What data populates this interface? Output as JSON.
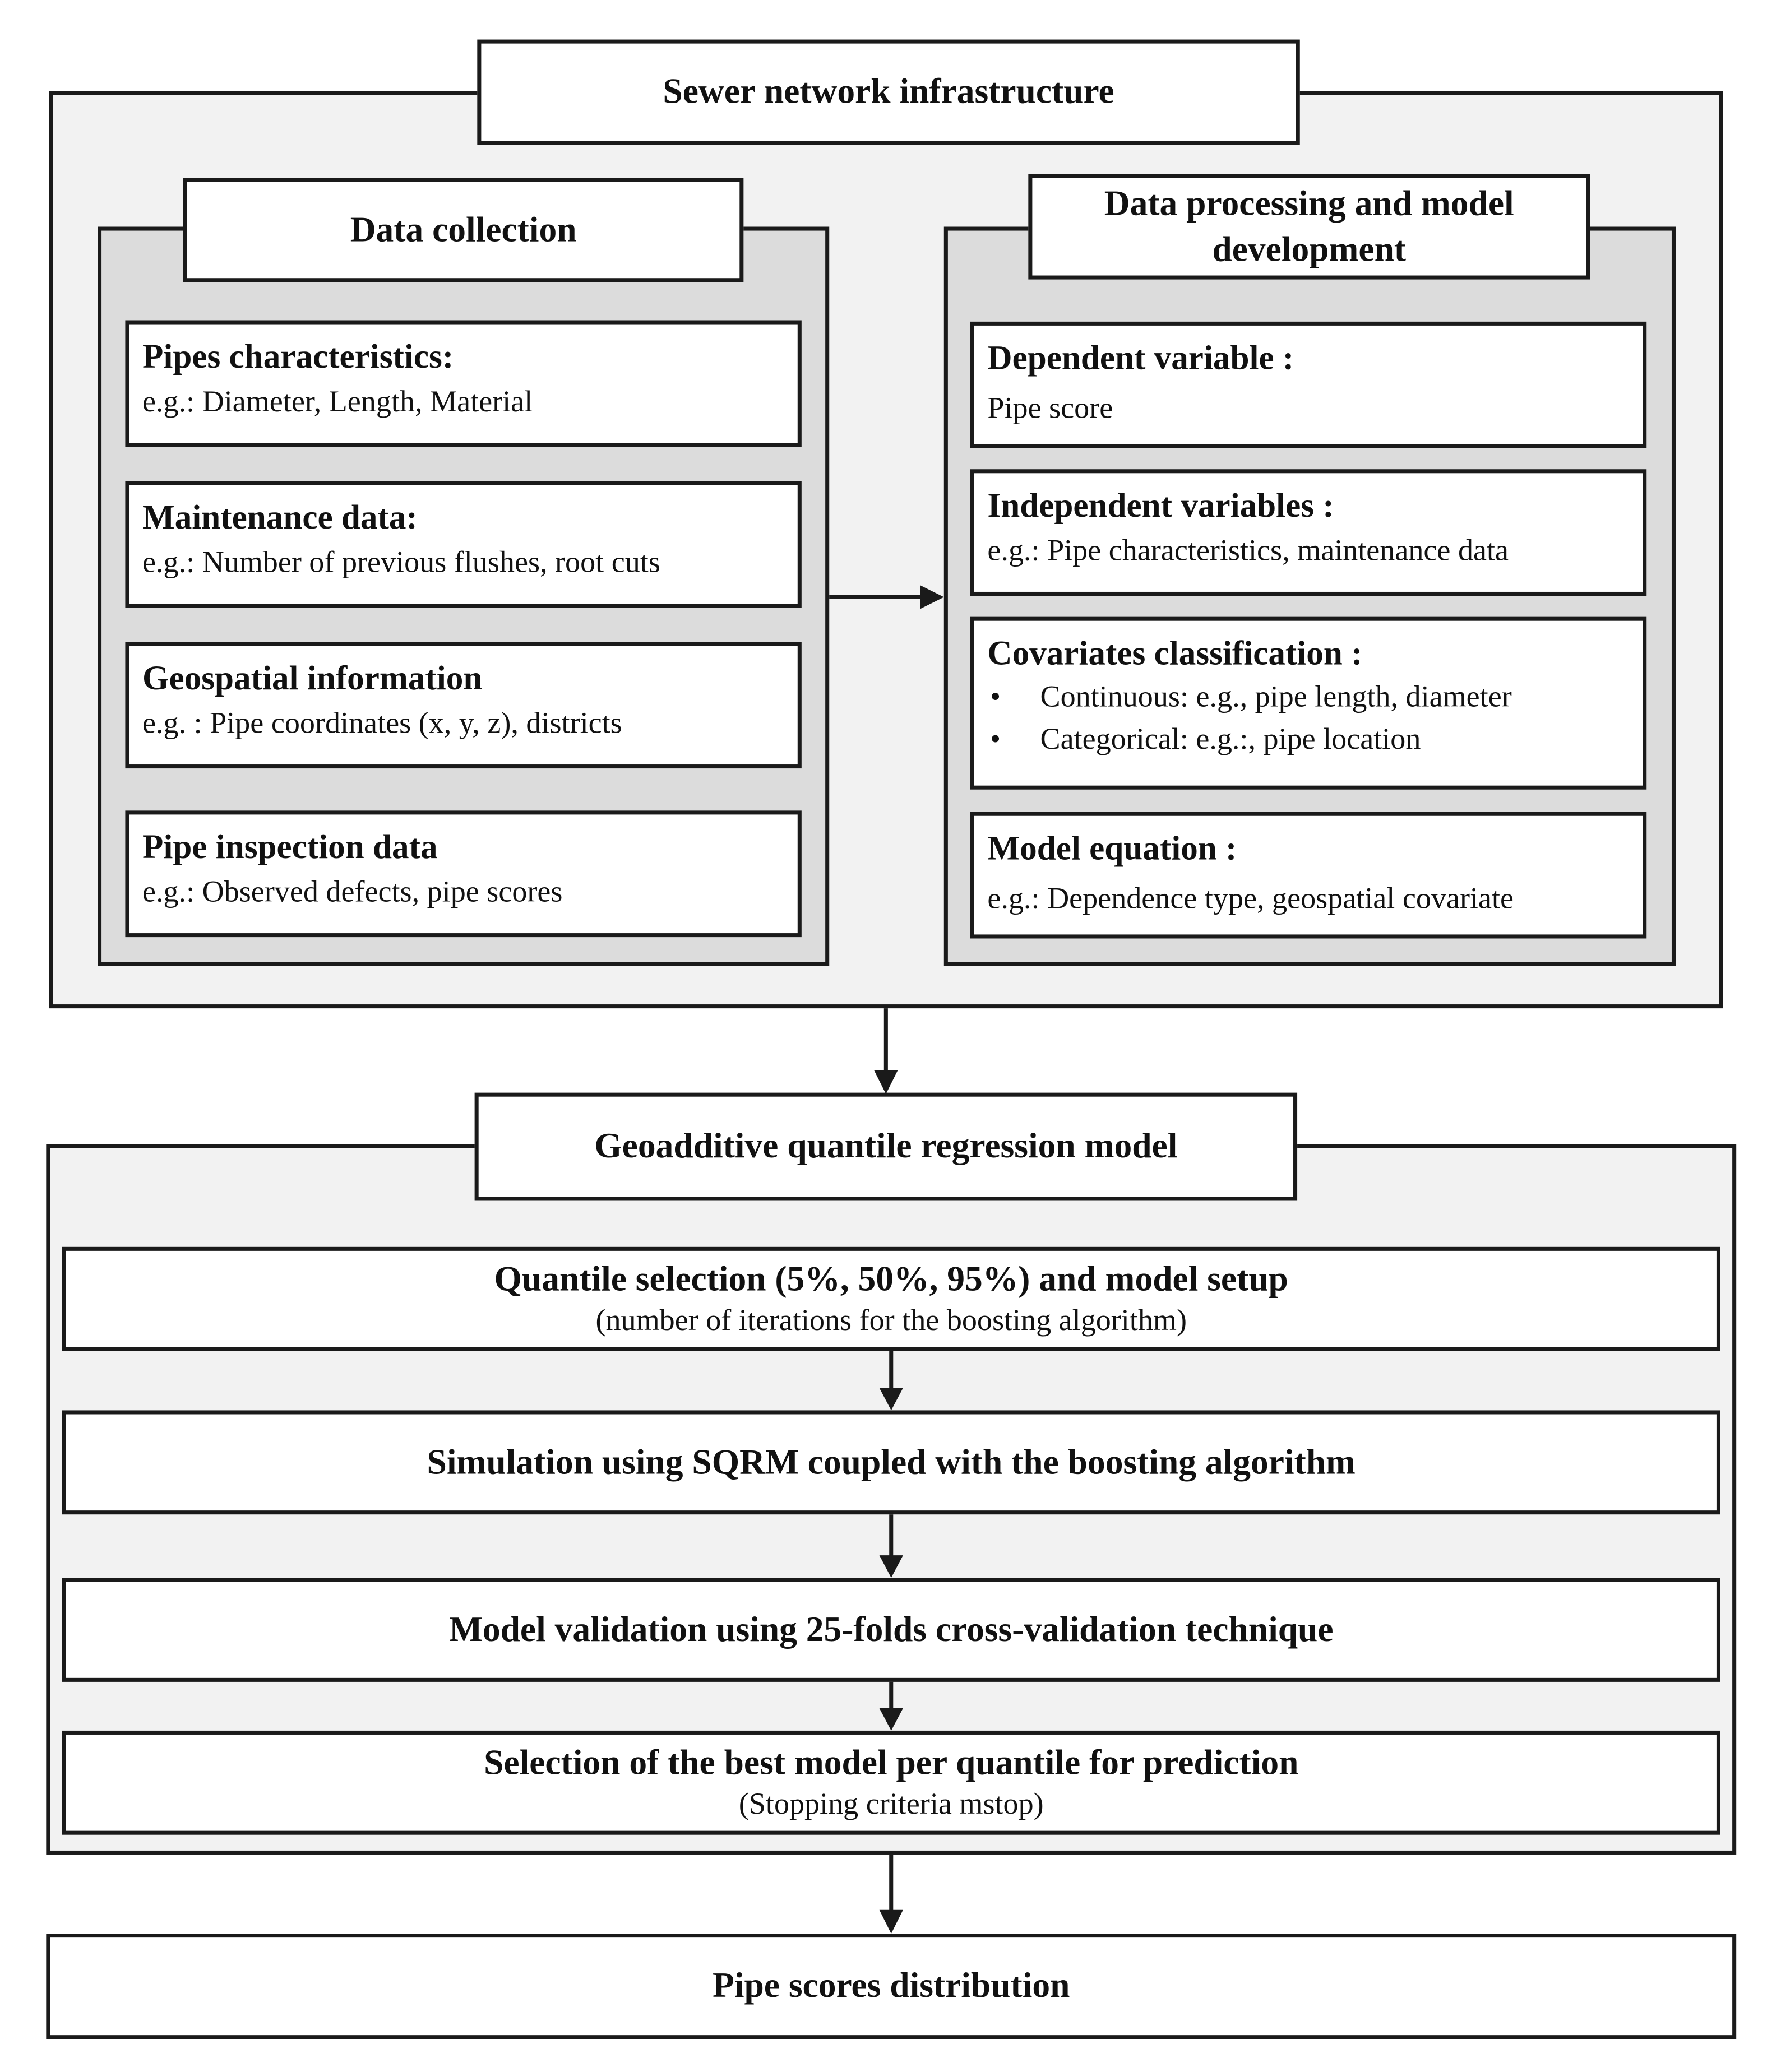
{
  "infrastructure": {
    "title": "Sewer network infrastructure",
    "data_collection": {
      "title": "Data collection",
      "items": [
        {
          "heading": "Pipes characteristics:",
          "description": "e.g.: Diameter, Length, Material"
        },
        {
          "heading": "Maintenance data:",
          "description": "e.g.: Number of previous flushes, root cuts"
        },
        {
          "heading": "Geospatial information",
          "description": "e.g. : Pipe coordinates (x, y, z), districts"
        },
        {
          "heading": "Pipe inspection data",
          "description": "e.g.: Observed defects,  pipe scores"
        }
      ]
    },
    "data_processing": {
      "title": "Data processing and model development",
      "dependent": {
        "heading": "Dependent variable :",
        "description": "Pipe score"
      },
      "independent": {
        "heading": "Independent variables :",
        "description": "e.g.: Pipe characteristics, maintenance data"
      },
      "covariates": {
        "heading": "Covariates classification :",
        "bullets": [
          "Continuous: e.g., pipe length, diameter",
          "Categorical: e.g.:, pipe location"
        ]
      },
      "equation": {
        "heading": "Model equation :",
        "description": "e.g.: Dependence type, geospatial covariate"
      }
    }
  },
  "geoadditive": {
    "title": "Geoadditive quantile regression model",
    "steps": [
      {
        "heading": "Quantile selection (5%, 50%, 95%) and model setup",
        "sub": "(number of iterations for the boosting algorithm)"
      },
      {
        "heading": "Simulation using SQRM coupled with the boosting algorithm",
        "sub": ""
      },
      {
        "heading": "Model validation using 25-folds cross-validation technique",
        "sub": ""
      },
      {
        "heading": "Selection of the best model per quantile for prediction",
        "sub": "(Stopping criteria mstop)"
      }
    ]
  },
  "output": {
    "title": "Pipe scores distribution"
  }
}
